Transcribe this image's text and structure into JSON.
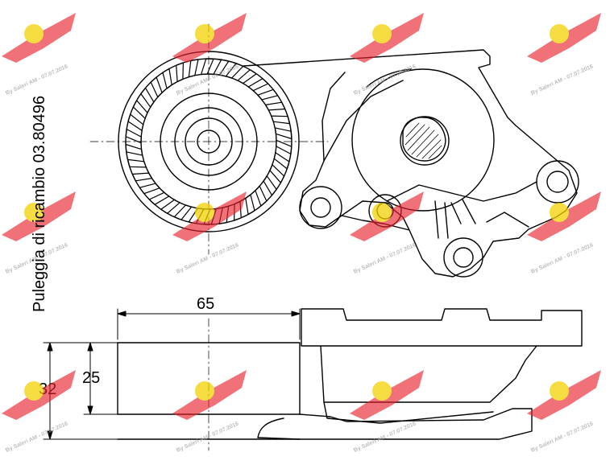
{
  "drawing": {
    "side_label": "Puleggia di ricambio 03.80496"
  },
  "dimensions": {
    "width_label": "65",
    "height_outer_label": "32",
    "height_inner_label": "25"
  },
  "watermark": {
    "text": "By Saleri AM - 07.07.2016",
    "logo_color": "#e8202a",
    "badge_color": "#f2d000"
  },
  "colors": {
    "line": "#000000",
    "background": "#ffffff"
  }
}
